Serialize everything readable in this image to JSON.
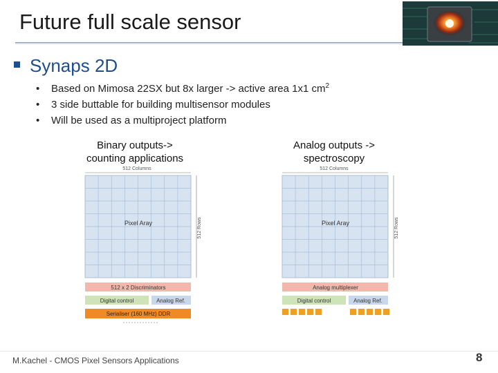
{
  "slide": {
    "title": "Future full scale sensor",
    "bullet": "Synaps 2D",
    "sub_bullets": [
      {
        "text": "Based on Mimosa 22SX but 8x larger -> active area 1x1 cm",
        "sup": "2"
      },
      {
        "text": "3 side buttable for building multisensor modules",
        "sup": ""
      },
      {
        "text": "Will be used as a multiproject platform",
        "sup": ""
      }
    ],
    "left_diagram": {
      "caption_line1": "Binary outputs->",
      "caption_line2": "counting applications",
      "columns_label": "512 Columns",
      "rows_label": "512 Rows",
      "array_label": "Pixel Aray",
      "block1": "512 x 2 Discriminators",
      "block2a": "Digital control",
      "block2b": "Analog Ref.",
      "block3": "Serialiser (160 MHz) DDR"
    },
    "right_diagram": {
      "caption_line1": "Analog outputs ->",
      "caption_line2": "spectroscopy",
      "columns_label": "512 Columns",
      "rows_label": "512 Rows",
      "array_label": "Pixel Aray",
      "block1": "Analog multiplexer",
      "block2a": "Digital control",
      "block2b": "Analog Ref."
    },
    "footer": "M.Kachel - CMOS Pixel Sensors Applications",
    "page_number": "8"
  },
  "colors": {
    "accent": "#1f4e8c",
    "grid_bg": "#d7e3f1",
    "grid_line": "#a9bfd9",
    "discriminator": "#f2b7ad",
    "digital": "#cfe3b8",
    "analogref": "#c9d7ea",
    "serialiser": "#f08a24",
    "pad": "#f0a020"
  }
}
